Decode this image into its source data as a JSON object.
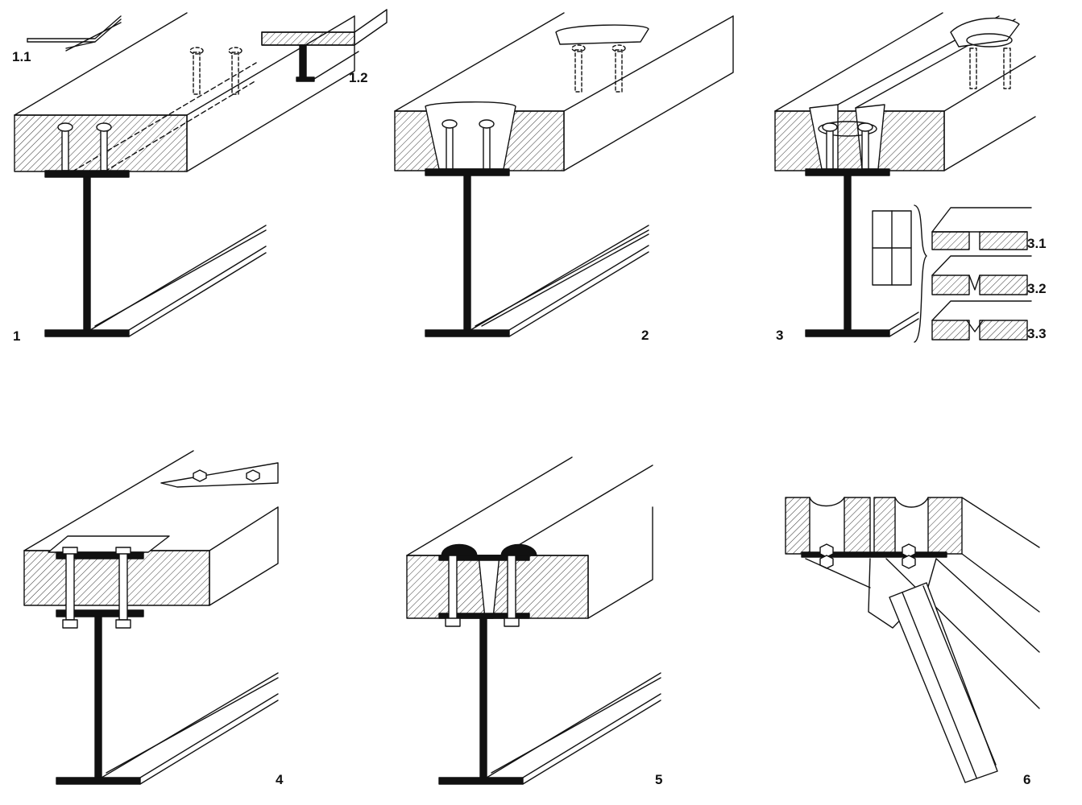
{
  "labels": {
    "d1": "1",
    "d1_1": "1.1",
    "d1_2": "1.2",
    "d2": "2",
    "d3": "3",
    "d3_1": "3.1",
    "d3_2": "3.2",
    "d3_3": "3.3",
    "d4": "4",
    "d5": "5",
    "d6": "6"
  },
  "colors": {
    "ink": "#111111",
    "paper": "#ffffff"
  }
}
